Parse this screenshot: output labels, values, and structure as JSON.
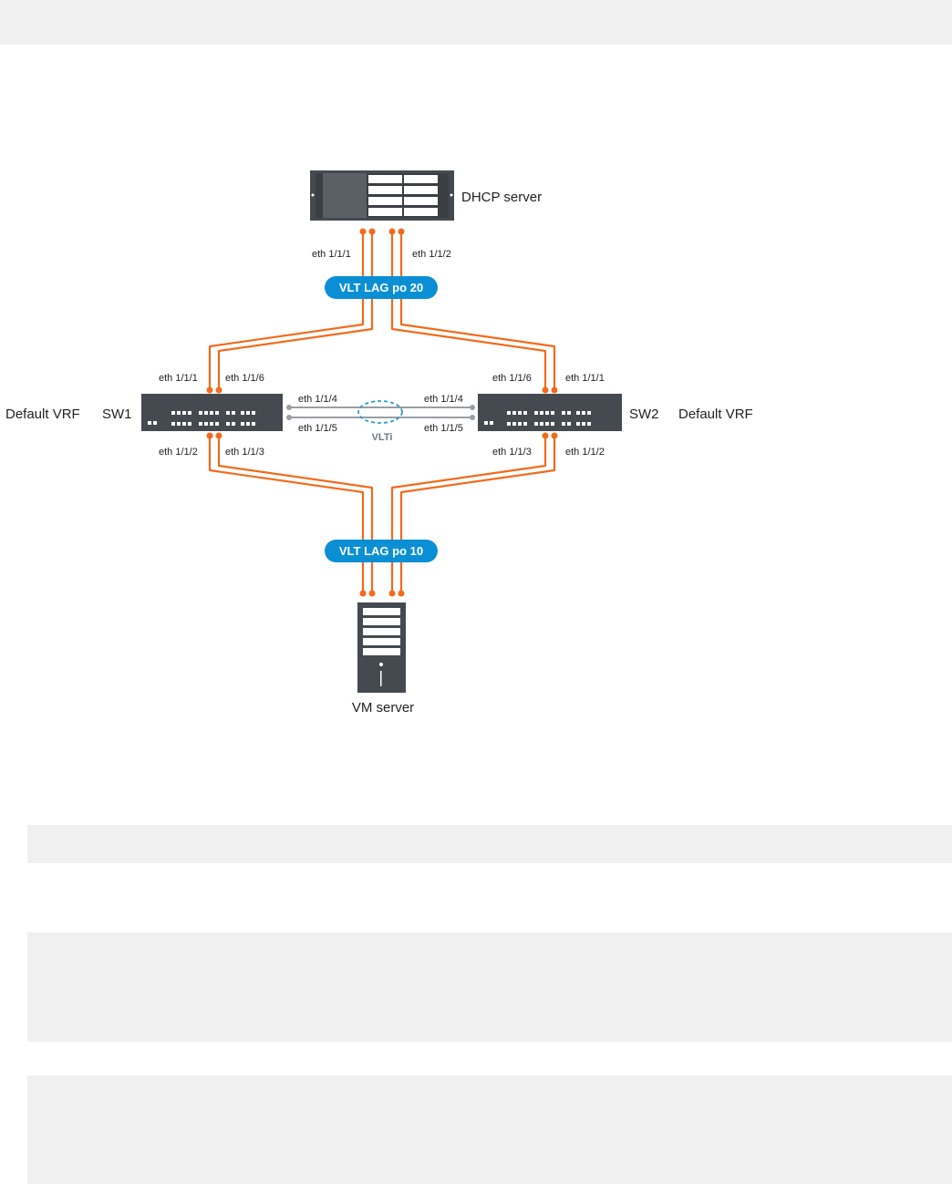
{
  "diagram": {
    "dhcp_server_label": "DHCP server",
    "vm_server_label": "VM server",
    "sw1": {
      "name": "SW1",
      "vrf": "Default VRF"
    },
    "sw2": {
      "name": "SW2",
      "vrf": "Default VRF"
    },
    "lag_top": "VLT LAG po 20",
    "lag_bottom": "VLT LAG po 10",
    "vlti": "VLTi",
    "ports": {
      "dhcp_left": "eth 1/1/1",
      "dhcp_right": "eth 1/1/2",
      "sw1_top_left": "eth 1/1/1",
      "sw1_top_right": "eth 1/1/6",
      "sw2_top_left": "eth 1/1/6",
      "sw2_top_right": "eth 1/1/1",
      "sw1_bottom_left": "eth 1/1/2",
      "sw1_bottom_right": "eth 1/1/3",
      "sw2_bottom_left": "eth 1/1/3",
      "sw2_bottom_right": "eth 1/1/2",
      "vlti_sw1_upper": "eth 1/1/4",
      "vlti_sw1_lower": "eth 1/1/5",
      "vlti_sw2_upper": "eth 1/1/4",
      "vlti_sw2_lower": "eth 1/1/5"
    },
    "colors": {
      "link": "#f26b1d",
      "lag_pill": "#0b8fd4",
      "device": "#454a50",
      "vlti_line": "#9a9ea3",
      "vlti_ring": "#2b9ad6"
    }
  }
}
